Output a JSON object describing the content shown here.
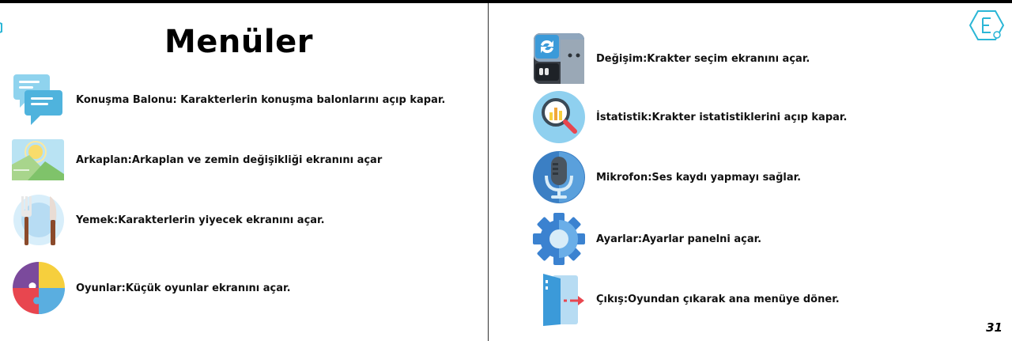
{
  "page": {
    "title": "Menüler",
    "page_number": "31"
  },
  "left_items": [
    {
      "icon": "speech-bubble-icon",
      "label": "Konuşma Balonu: Karakterlerin konuşma balonlarını açıp kapar."
    },
    {
      "icon": "landscape-icon",
      "label": "Arkaplan:Arkaplan ve zemin değişikliği ekranını açar"
    },
    {
      "icon": "fork-knife-icon",
      "label": "Yemek:Karakterlerin yiyecek ekranını açar."
    },
    {
      "icon": "puzzle-icon",
      "label": "Oyunlar:Küçük oyunlar ekranını açar."
    }
  ],
  "right_items": [
    {
      "icon": "character-swap-icon",
      "label": "Değişim:Krakter seçim ekranını açar."
    },
    {
      "icon": "magnifier-chart-icon",
      "label": "İstatistik:Krakter istatistiklerini açıp kapar."
    },
    {
      "icon": "microphone-icon",
      "label": "Mikrofon:Ses kaydı yapmayı sağlar."
    },
    {
      "icon": "gear-icon",
      "label": "Ayarlar:Ayarlar panelni açar."
    },
    {
      "icon": "exit-door-icon",
      "label": "Çıkış:Oyundan çıkarak ana menüye döner."
    }
  ],
  "colors": {
    "light_blue": "#6fc8e8",
    "blue": "#3b9ad9",
    "dark_blue": "#2f6fb4",
    "red": "#e8464f",
    "yellow": "#f6cf3d",
    "purple": "#7b4a9c",
    "mic_gray": "#4a5560"
  }
}
